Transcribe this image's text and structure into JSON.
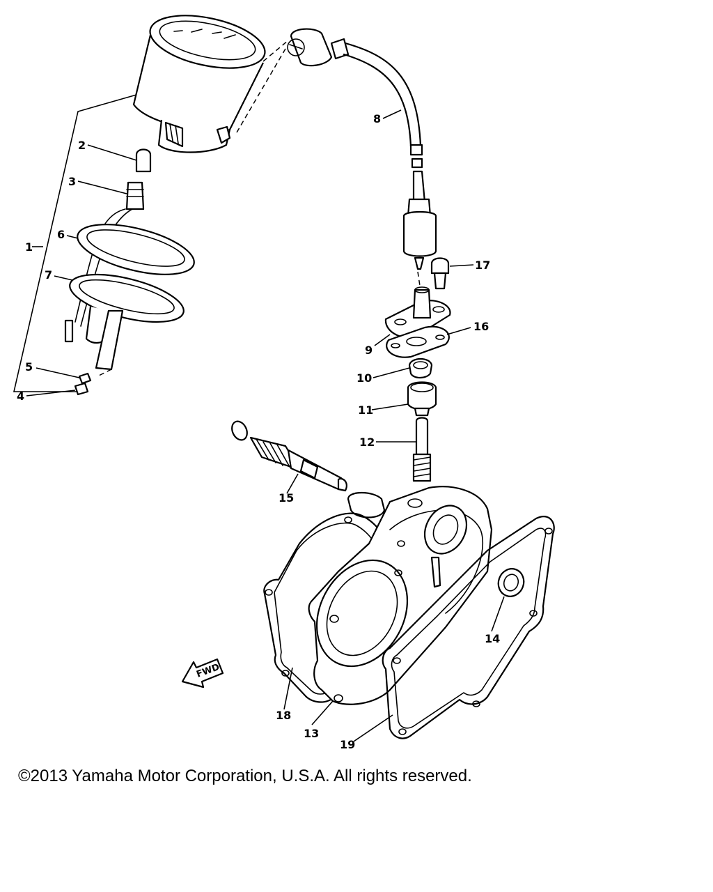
{
  "diagram": {
    "callouts": {
      "c1": "1",
      "c2": "2",
      "c3": "3",
      "c4": "4",
      "c5": "5",
      "c6": "6",
      "c7": "7",
      "c8": "8",
      "c9": "9",
      "c10": "10",
      "c11": "11",
      "c12": "12",
      "c13": "13",
      "c14": "14",
      "c15": "15",
      "c16": "16",
      "c17": "17",
      "c18": "18",
      "c19": "19"
    },
    "direction_arrow_label": "FWD"
  },
  "footer": {
    "copyright": "©2013 Yamaha Motor Corporation, U.S.A. All rights reserved."
  }
}
